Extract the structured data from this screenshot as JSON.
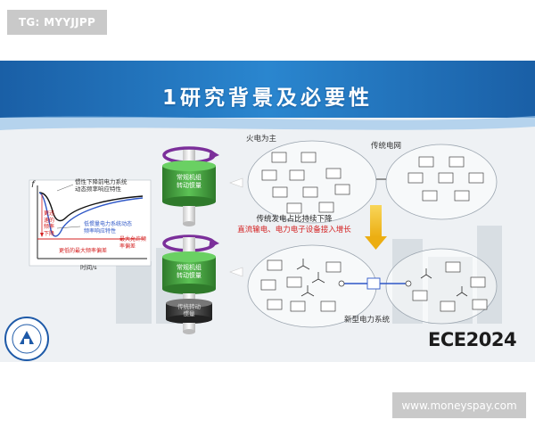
{
  "watermark_top": "TG: MYYJJPP",
  "watermark_bottom": "www.moneyspay.com",
  "slide": {
    "title": "1研究背景及必要性",
    "freq_chart": {
      "y_symbol": "f",
      "x_label": "时间/s",
      "legend_before": [
        "惯性下降前电力系统",
        "动态频率响应特性"
      ],
      "legend_after": [
        "低惯量电力系统动态",
        "频率响应特性"
      ],
      "left_red": [
        "更迅",
        "速的",
        "频率",
        "下降"
      ],
      "max_dev_right": [
        "最大允许频",
        "率偏差"
      ],
      "max_dev_bottom": "更低的最大频率偏差"
    },
    "rotor_top": [
      "常规机组",
      "转动惯量"
    ],
    "rotor_mid": [
      "常规机组",
      "转动惯量"
    ],
    "rotor_low": [
      "传统转动",
      "惯量"
    ],
    "labels": {
      "thermal_main": "火电为主",
      "traditional_grid": "传统电网",
      "decline": "传统发电占比持续下降",
      "increase": "直流输电、电力电子设备接入增长",
      "new_system": "新型电力系统"
    },
    "logo": {
      "ece_main": "ECE",
      "ece_year": "2024"
    }
  },
  "colors": {
    "banner": "#1f6fb5",
    "arrow_yellow": "#f2c12e",
    "rotor_green": "#3f9e3a",
    "rotor_purple": "#7b2f9a",
    "text_red": "#d42020"
  }
}
